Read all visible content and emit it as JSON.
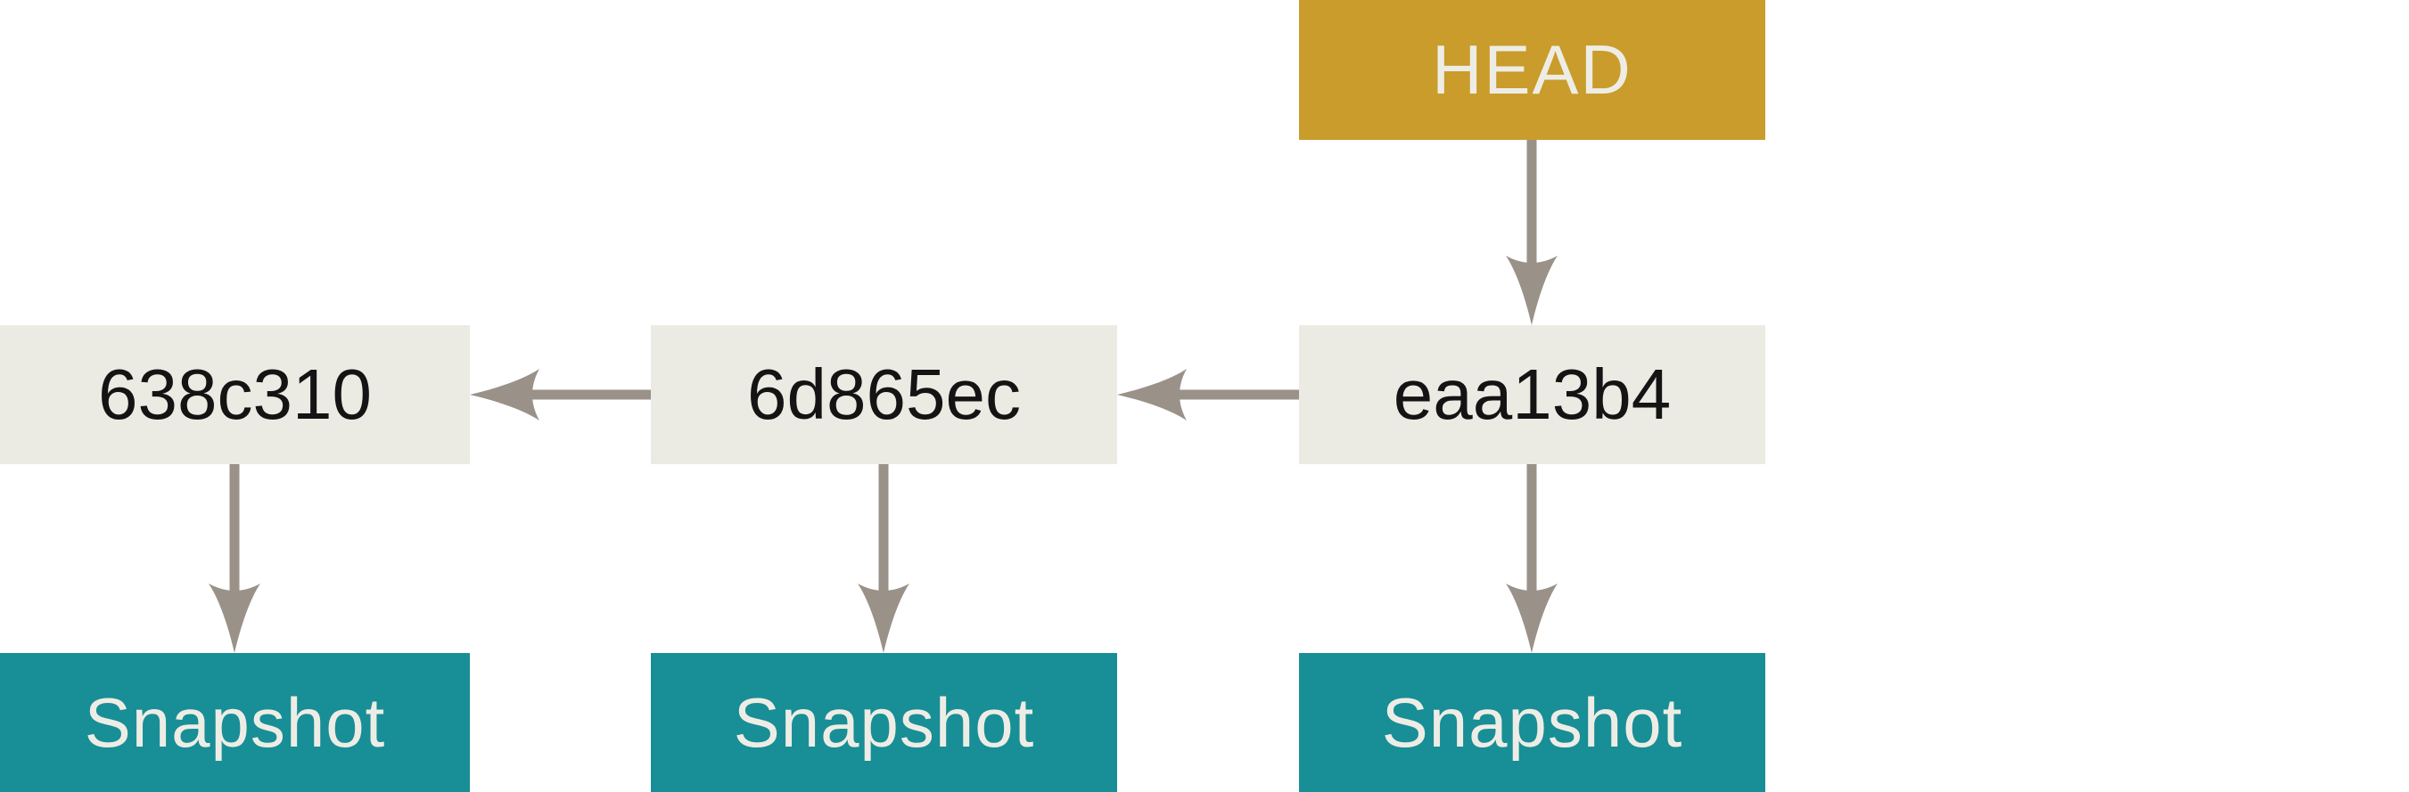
{
  "diagram": {
    "head": {
      "label": "HEAD"
    },
    "commits": [
      {
        "id": "638c310",
        "snapshot_label": "Snapshot"
      },
      {
        "id": "6d865ec",
        "snapshot_label": "Snapshot"
      },
      {
        "id": "eaa13b4",
        "snapshot_label": "Snapshot"
      }
    ],
    "edges": [
      {
        "from": "HEAD",
        "to": "eaa13b4"
      },
      {
        "from": "eaa13b4",
        "to": "6d865ec"
      },
      {
        "from": "6d865ec",
        "to": "638c310"
      },
      {
        "from": "eaa13b4",
        "to": "Snapshot"
      },
      {
        "from": "6d865ec",
        "to": "Snapshot"
      },
      {
        "from": "638c310",
        "to": "Snapshot"
      }
    ],
    "colors": {
      "background": "#FFFFFF",
      "head_bg": "#C99C2B",
      "commit_bg": "#ECEBE3",
      "snapshot_bg": "#188E96",
      "arrow": "#9A9189",
      "light_text": "#EEEDE5",
      "dark_text": "#141414"
    }
  }
}
